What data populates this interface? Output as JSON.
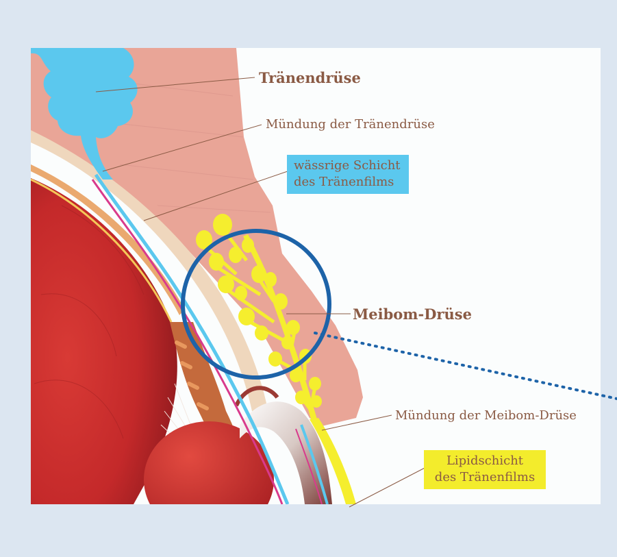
{
  "labels": {
    "traenendruese": "Tränendrüse",
    "muendung_traenendruese": "Mündung der Tränendrüse",
    "waessrige_line1": "wässrige Schicht",
    "waessrige_line2": "des Tränenfilms",
    "meibom_druese": "Meibom-Drüse",
    "muendung_meibom": "Mündung der Meibom-Drüse",
    "lipid_line1": "Lipidschicht",
    "lipid_line2": "des Tränenfilms"
  },
  "colors": {
    "background": "#dce6f1",
    "panel": "#fbfdfd",
    "eyelid": "#e9a597",
    "lacrimal_gland": "#5bc8ee",
    "meibomian_gland": "#f5ee2e",
    "eyeball": "#cc2e2a",
    "sclera_band": "#efd7bd",
    "magnifier_ring": "#1d63a8",
    "label_text": "#8a5a44"
  }
}
